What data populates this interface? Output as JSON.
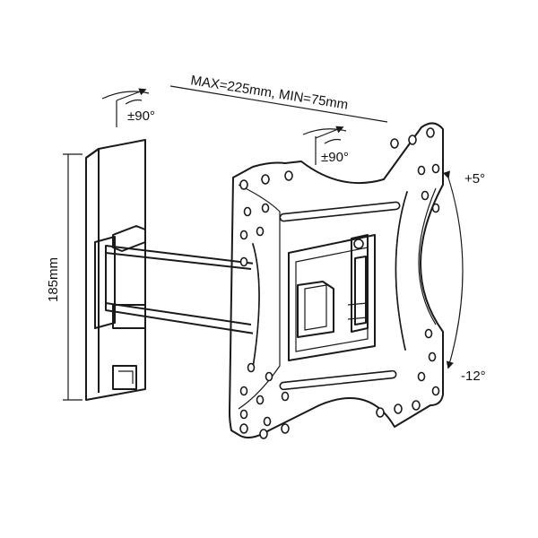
{
  "labels": {
    "max_min": "MAX=225mm, MIN=75mm",
    "swivel_wall": "±90°",
    "swivel_plate": "±90°",
    "height": "185mm",
    "tilt_up": "+5°",
    "tilt_down": "-12°"
  },
  "colors": {
    "line": "#1a1a1a",
    "background": "#ffffff"
  }
}
